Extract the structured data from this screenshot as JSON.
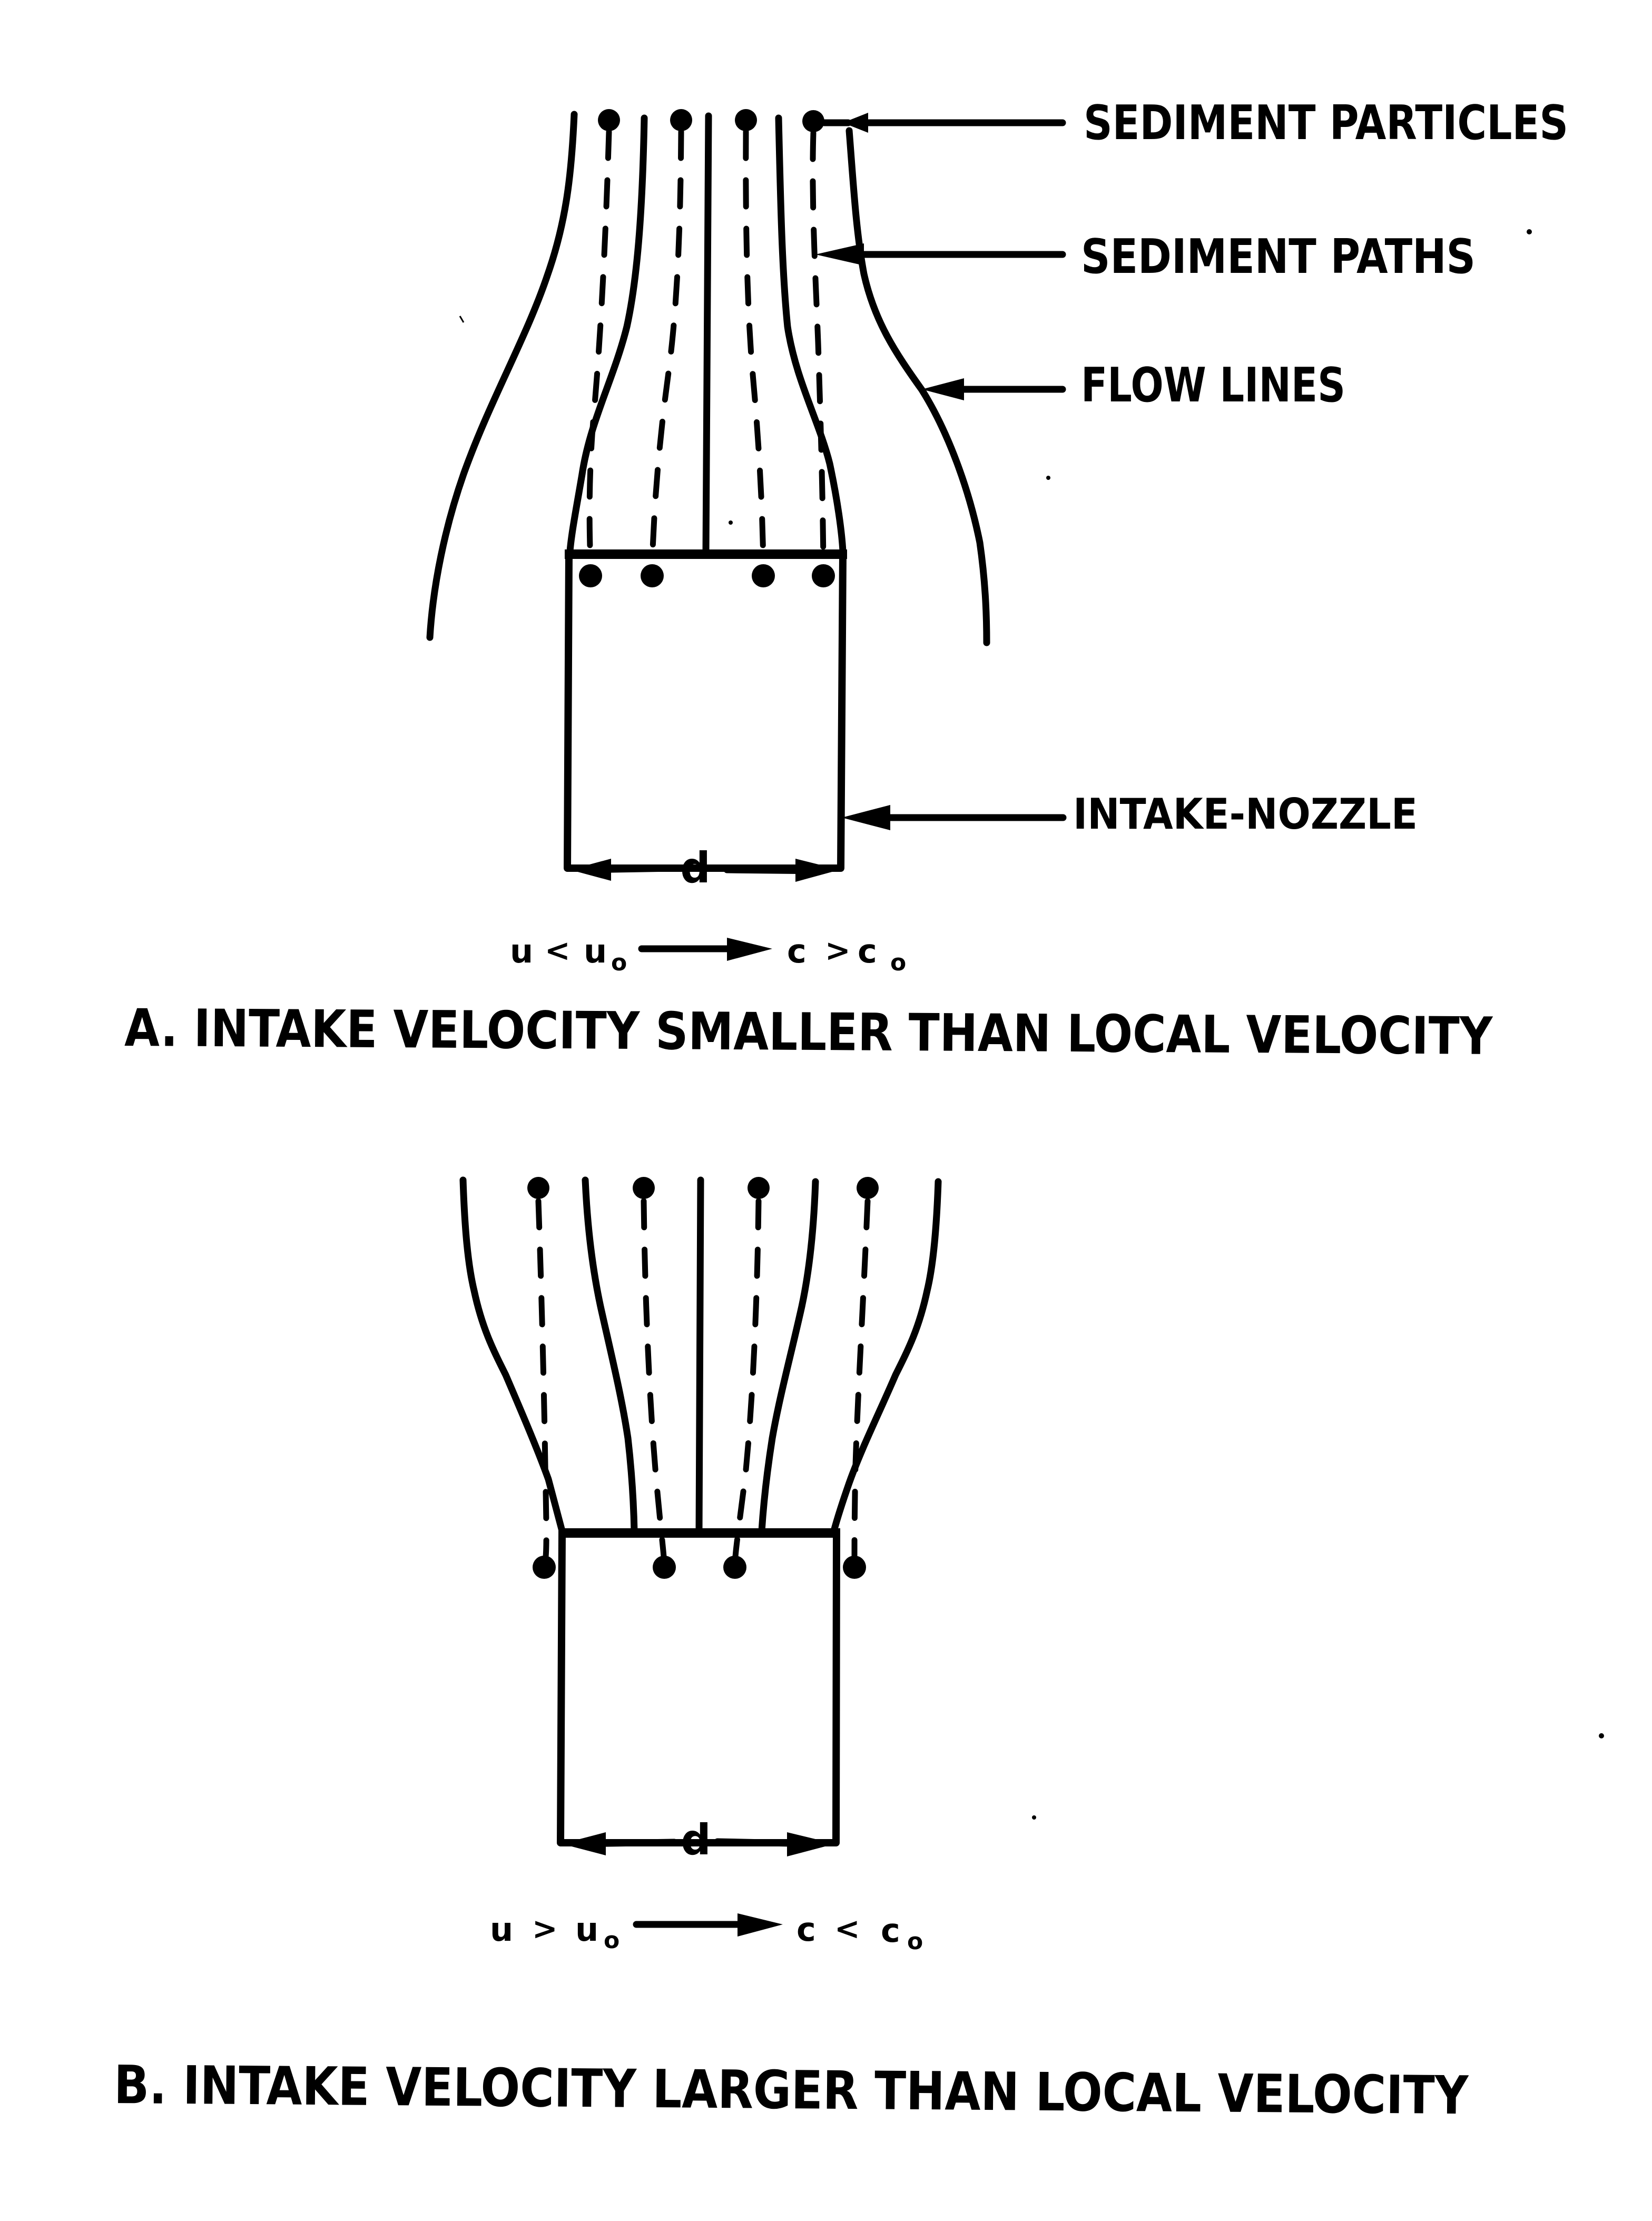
{
  "labels": {
    "sediment_particles": "SEDIMENT PARTICLES",
    "sediment_paths": "SEDIMENT PATHS",
    "flow_lines": "FLOW LINES",
    "intake_nozzle": "INTAKE-NOZZLE"
  },
  "diagram_a": {
    "dimension_label": "d",
    "relation": {
      "left": "u",
      "left_op": "<",
      "left_ref": "u",
      "left_ref_sub": "o",
      "right": "c",
      "right_op": ">",
      "right_ref": "c",
      "right_ref_sub": "o"
    },
    "caption": "A. INTAKE VELOCITY SMALLER THAN LOCAL VELOCITY"
  },
  "diagram_b": {
    "dimension_label": "d",
    "relation": {
      "left": "u",
      "left_op": ">",
      "left_ref": "u",
      "left_ref_sub": "o",
      "right": "c",
      "right_op": "<",
      "right_ref": "c",
      "right_ref_sub": "o"
    },
    "caption": "B. INTAKE VELOCITY LARGER THAN LOCAL VELOCITY"
  },
  "colors": {
    "ink": "#000000",
    "paper": "#ffffff"
  }
}
